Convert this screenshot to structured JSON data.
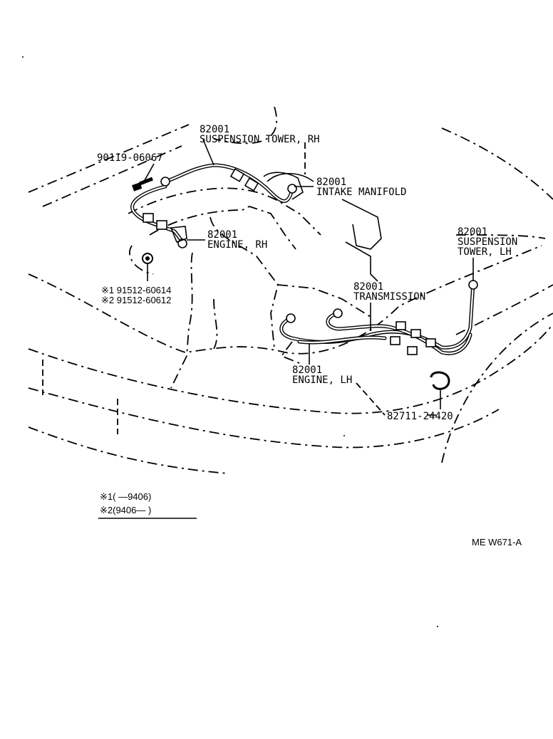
{
  "callouts": {
    "bolt": "90119-06067",
    "susp_rh_num": "82001",
    "susp_rh_name": "SUSPENSION TOWER, RH",
    "intake_num": "82001",
    "intake_name": "INTAKE MANIFOLD",
    "engine_rh_num": "82001",
    "engine_rh_name": "ENGINE, RH",
    "nut1": "※1 91512-60614",
    "nut2": "※2 91512-60612",
    "susp_lh_num": "82001",
    "susp_lh_name1": "SUSPENSION",
    "susp_lh_name2": "TOWER, LH",
    "trans_num": "82001",
    "trans_name": "TRANSMISSION",
    "engine_lh_num": "82001",
    "engine_lh_name": "ENGINE, LH",
    "clamp": "82711-24420"
  },
  "legend": {
    "row1": "※1(      —9406)",
    "row2": "※2(9406—      )"
  },
  "code": "ME  W671-A"
}
